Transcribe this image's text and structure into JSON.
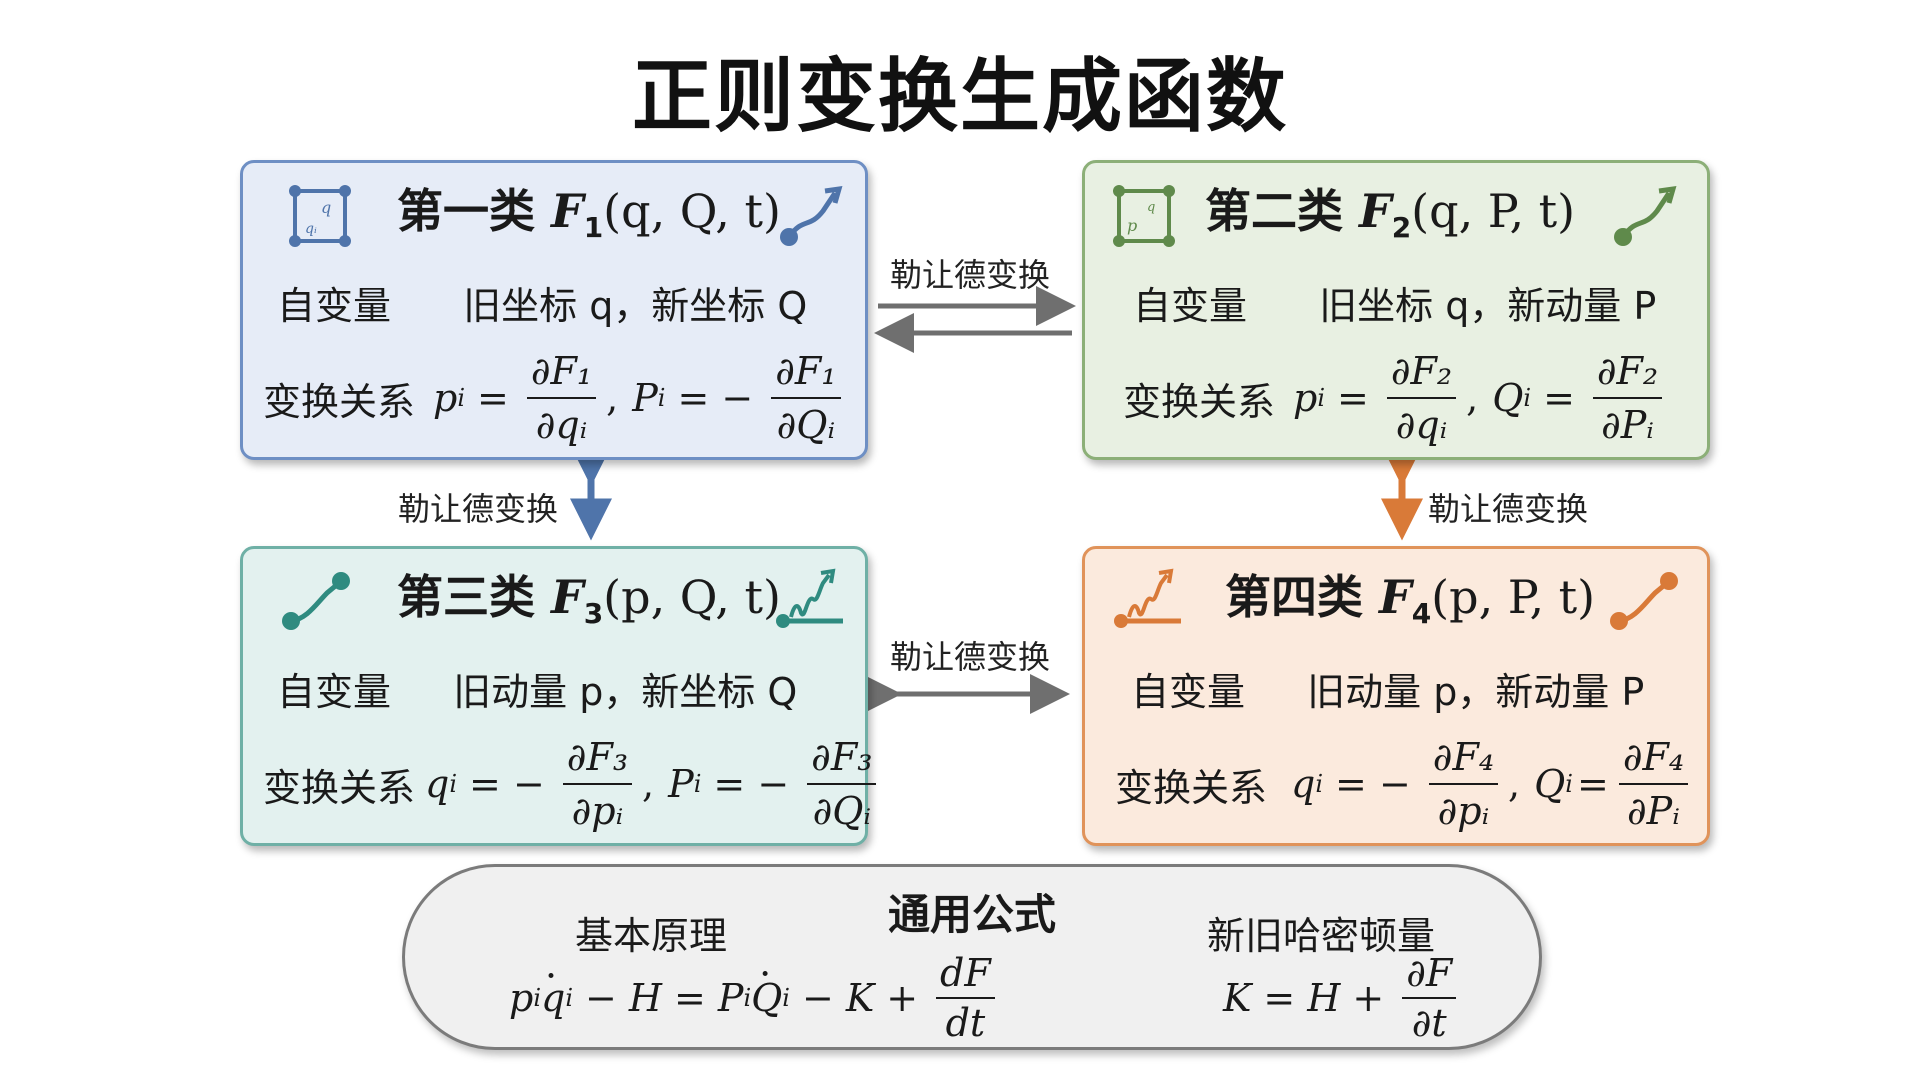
{
  "title": "正则变换生成函数",
  "arrow_label": "勒让德变换",
  "colors": {
    "blue": "#4f74aa",
    "green": "#5f8a4b",
    "teal": "#2f8b80",
    "orange": "#d97a38"
  },
  "cards": [
    {
      "id": "type1",
      "cn_title": "第一类",
      "fn": "F",
      "fn_sub": "1",
      "args": "(q, Q, t)",
      "var_label": "自变量",
      "var_text": "旧坐标 q，新坐标 Q",
      "rel_label": "变换关系",
      "eq1_lhs": "p",
      "eq1_sign": "=",
      "eq1_num": "∂F₁",
      "eq1_den": "∂qᵢ",
      "eq2_lhs": "P",
      "eq2_sign": "= −",
      "eq2_num": "∂F₁",
      "eq2_den": "∂Qᵢ",
      "left_icon": "coordinate-box-icon",
      "right_icon": "curve-arrow-icon"
    },
    {
      "id": "type2",
      "cn_title": "第二类",
      "fn": "F",
      "fn_sub": "2",
      "args": "(q, P, t)",
      "var_label": "自变量",
      "var_text": "旧坐标 q，新动量 P",
      "rel_label": "变换关系",
      "eq1_lhs": "p",
      "eq1_sign": "=",
      "eq1_num": "∂F₂",
      "eq1_den": "∂qᵢ",
      "eq2_lhs": "Q",
      "eq2_sign": "=",
      "eq2_num": "∂F₂",
      "eq2_den": "∂Pᵢ",
      "left_icon": "coordinate-box-icon",
      "right_icon": "curve-arrow-icon"
    },
    {
      "id": "type3",
      "cn_title": "第三类",
      "fn": "F",
      "fn_sub": "3",
      "args": "(p, Q, t)",
      "var_label": "自变量",
      "var_text": "旧动量 p，新坐标 Q",
      "rel_label": "变换关系",
      "eq1_lhs": "q",
      "eq1_sign": "= −",
      "eq1_num": "∂F₃",
      "eq1_den": "∂pᵢ",
      "eq2_lhs": "P",
      "eq2_sign": "= −",
      "eq2_num": "∂F₃",
      "eq2_den": "∂Qᵢ",
      "left_icon": "path-curve-icon",
      "right_icon": "wave-graph-icon"
    },
    {
      "id": "type4",
      "cn_title": "第四类",
      "fn": "F",
      "fn_sub": "4",
      "args": "(p, P, t)",
      "var_label": "自变量",
      "var_text": "旧动量 p，新动量 P",
      "rel_label": "变换关系",
      "eq1_lhs": "q",
      "eq1_sign": "= −",
      "eq1_num": "∂F₄",
      "eq1_den": "∂pᵢ",
      "eq2_lhs": "Q",
      "eq2_sign": "=",
      "eq2_num": "∂F₄",
      "eq2_den": "∂Pᵢ",
      "left_icon": "wave-graph-icon",
      "right_icon": "path-curve-icon"
    }
  ],
  "general": {
    "title": "通用公式",
    "basic_label": "基本原理",
    "new_old_label": "新旧哈密顿量"
  }
}
